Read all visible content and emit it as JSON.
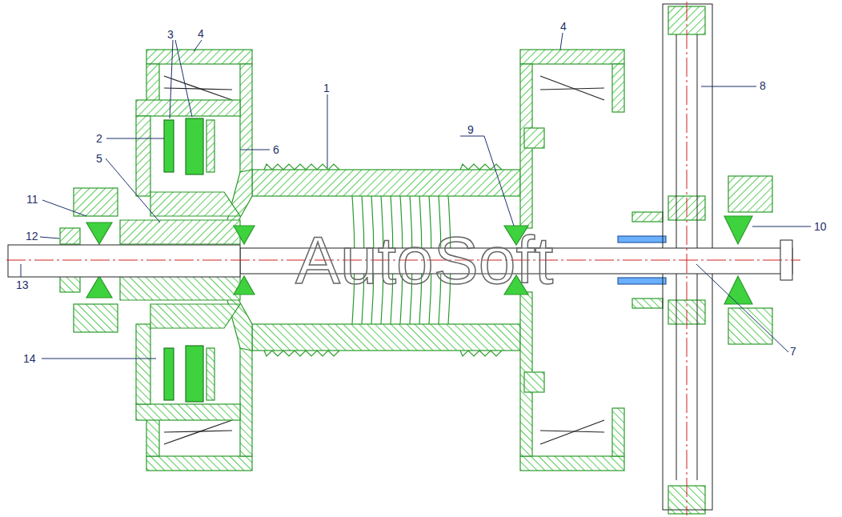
{
  "diagram": {
    "labels": [
      "3",
      "4",
      "1",
      "4",
      "8",
      "2",
      "6",
      "5",
      "9",
      "11",
      "10",
      "12",
      "13",
      "7",
      "14",
      "AutoSoft"
    ]
  }
}
